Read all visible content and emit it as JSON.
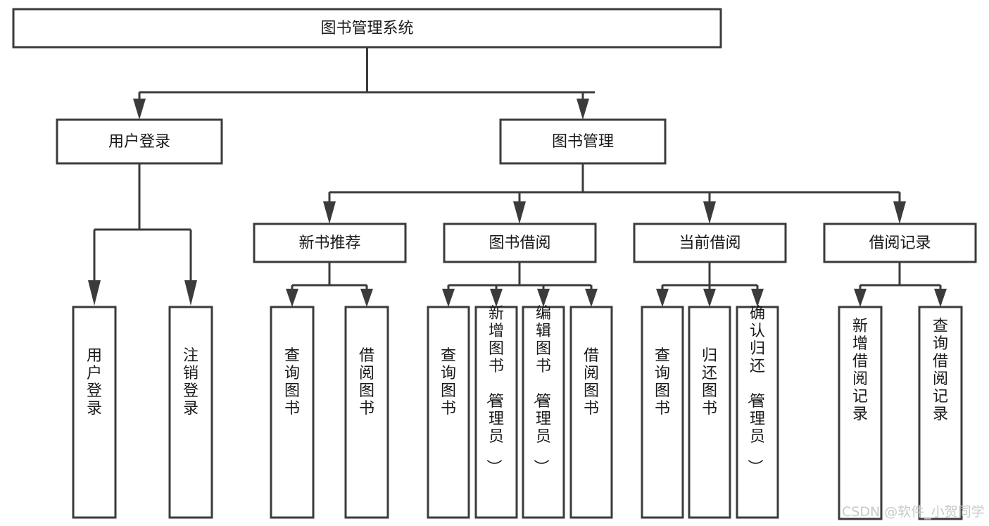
{
  "diagram": {
    "title": "图书管理系统",
    "type": "tree-hierarchy",
    "watermark": "CSDN @软件_小贺同学",
    "colors": {
      "background": "#ffffff",
      "box_stroke": "#3b3b3b",
      "box_fill": "#ffffff",
      "text": "#1a1a1a",
      "watermark": "#c9c9c9"
    },
    "root": {
      "label": "图书管理系统"
    },
    "level1": [
      {
        "label": "用户登录"
      },
      {
        "label": "图书管理"
      }
    ],
    "level2": [
      {
        "label": "新书推荐"
      },
      {
        "label": "图书借阅"
      },
      {
        "label": "当前借阅"
      },
      {
        "label": "借阅记录"
      }
    ],
    "leaves": {
      "user_login": [
        {
          "label": "用户登录"
        },
        {
          "label": "注销登录"
        }
      ],
      "new_book_recommend": [
        {
          "label": "查询图书"
        },
        {
          "label": "借阅图书"
        }
      ],
      "book_borrow": [
        {
          "label": "查询图书"
        },
        {
          "label": "新增图书（管理员）"
        },
        {
          "label": "编辑图书（管理员）"
        },
        {
          "label": "借阅图书"
        }
      ],
      "current_borrow": [
        {
          "label": "查询图书"
        },
        {
          "label": "归还图书"
        },
        {
          "label": "确认归还（管理员）"
        }
      ],
      "borrow_record": [
        {
          "label": "新增借阅记录"
        },
        {
          "label": "查询借阅记录"
        }
      ]
    }
  }
}
